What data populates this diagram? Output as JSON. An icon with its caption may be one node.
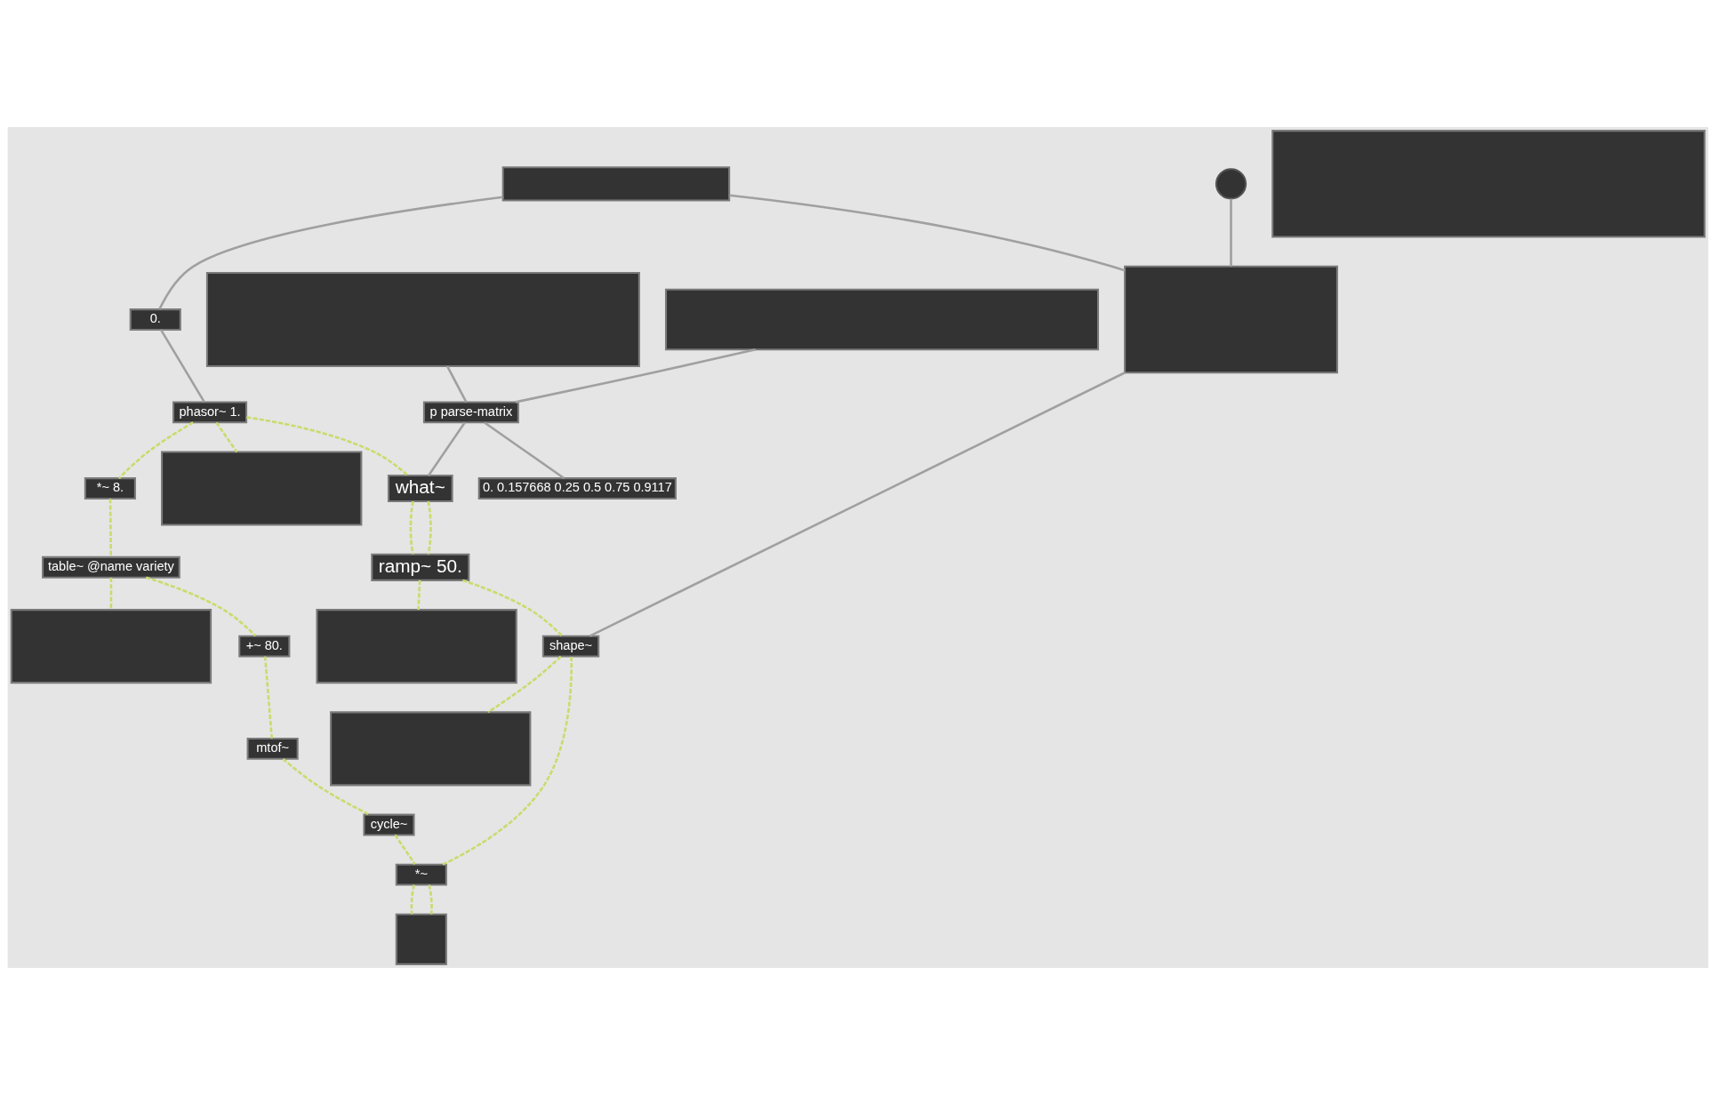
{
  "diagram": {
    "nodes": [
      {
        "text": [],
        "shape": "box"
      },
      {
        "text": [],
        "shape": "circle"
      },
      {
        "text": [
          "0."
        ]
      },
      {
        "text": [],
        "shape": "box"
      },
      {
        "text": [],
        "shape": "box"
      },
      {
        "text": [],
        "shape": "box"
      },
      {
        "text": [],
        "shape": "box"
      },
      {
        "text": [
          "phasor~ 1."
        ]
      },
      {
        "text": [],
        "shape": "box"
      },
      {
        "text": [
          "*~ 8."
        ]
      },
      {
        "text": [
          "table~ @name variety"
        ]
      },
      {
        "text": [],
        "shape": "box"
      },
      {
        "text": [
          "+~ 80."
        ]
      },
      {
        "text": [
          "mtof~"
        ]
      },
      {
        "text": [
          "cycle~"
        ]
      },
      {
        "text": [
          "*~"
        ]
      },
      {
        "text": [],
        "shape": "speaker"
      },
      {
        "text": [
          "what~"
        ]
      },
      {
        "text": [
          "ramp~ 50."
        ]
      },
      {
        "text": [
          "shape~"
        ]
      },
      {
        "text": [
          "p parse-matrix"
        ]
      },
      {
        "text": [
          "0. 0.157668 0.25 0.5 0.75 0.9117"
        ]
      },
      {
        "text": [],
        "shape": "box"
      },
      {
        "text": [],
        "shape": "box"
      }
    ],
    "edges": [
      {
        "from": 0,
        "to": 2,
        "arrow": "none",
        "color": "#a0a0a0"
      },
      {
        "from": 0,
        "to": 3,
        "arrow": "none",
        "color": "#a0a0a0"
      },
      {
        "from": 1,
        "to": 3,
        "arrow": "none",
        "color": "#a0a0a0"
      },
      {
        "from": 2,
        "to": 7,
        "arrow": "none",
        "color": "#a0a0a0"
      },
      {
        "from": 7,
        "to": 8,
        "arrow": "none",
        "style": "dashed"
      },
      {
        "from": 7,
        "to": 9,
        "arrow": "none",
        "style": "dashed"
      },
      {
        "from": 7,
        "to": 17,
        "arrow": "none",
        "style": "dashed"
      },
      {
        "from": 9,
        "to": 10,
        "arrow": "none",
        "style": "dashed"
      },
      {
        "from": 10,
        "to": 11,
        "arrow": "none",
        "style": "dashed"
      },
      {
        "from": 10,
        "to": 12,
        "arrow": "none",
        "style": "dashed"
      },
      {
        "from": 12,
        "to": 13,
        "arrow": "none",
        "style": "dashed"
      },
      {
        "from": 13,
        "to": 14,
        "arrow": "none",
        "style": "dashed"
      },
      {
        "from": 14,
        "to": 15,
        "arrow": "none",
        "style": "dashed"
      },
      {
        "from": 15,
        "to": 16,
        "arrow": "none",
        "style": "dashed"
      },
      {
        "from": 15,
        "to": 16,
        "arrow": "none",
        "style": "dashed"
      },
      {
        "from": 3,
        "to": 19,
        "arrow": "none",
        "color": "#a0a0a0"
      },
      {
        "from": 17,
        "to": 18,
        "arrow": "none",
        "style": "dashed"
      },
      {
        "from": 17,
        "to": 18,
        "arrow": "none",
        "style": "dashed"
      },
      {
        "from": 20,
        "to": 17,
        "arrow": "none",
        "color": "#a0a0a0"
      },
      {
        "from": 18,
        "to": 19,
        "arrow": "none",
        "style": "dashed"
      },
      {
        "from": 18,
        "to": 23,
        "arrow": "none",
        "style": "dashed"
      },
      {
        "from": 19,
        "to": 15,
        "arrow": "none",
        "style": "dashed"
      },
      {
        "from": 19,
        "to": 22,
        "arrow": "none",
        "style": "dashed"
      },
      {
        "from": 6,
        "to": 20,
        "arrow": "none",
        "color": "#a0a0a0"
      },
      {
        "from": 5,
        "to": 20,
        "arrow": "none",
        "color": "#a0a0a0"
      },
      {
        "from": 20,
        "to": 21,
        "arrow": "none",
        "color": "#a0a0a0"
      }
    ]
  }
}
